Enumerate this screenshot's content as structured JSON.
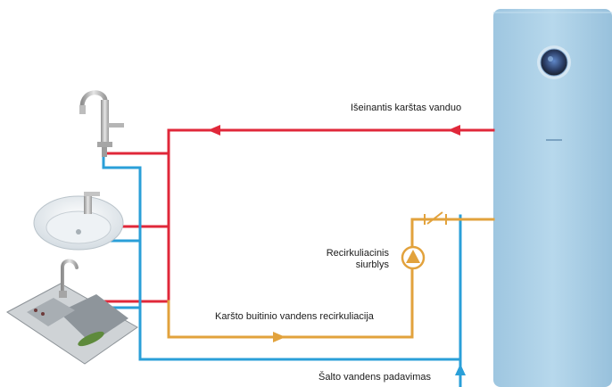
{
  "labels": {
    "hot_out": "Išeinantis karštas vanduo",
    "pump_line1": "Recirkuliacinis",
    "pump_line2": "siurblys",
    "recirculation": "Karšto buitinio vandens recirkuliacija",
    "cold_in": "Šalto vandens padavimas"
  },
  "colors": {
    "hot_pipe": "#e0283a",
    "cold_pipe": "#2a9fd8",
    "recirc_pipe": "#e2a23c",
    "unit_body": "#a8cde6",
    "background": "#ffffff"
  },
  "icons": [
    "faucet-icon",
    "washbasin-icon",
    "kitchen-sink-icon",
    "pump-icon",
    "check-valve-icon",
    "control-display-icon"
  ]
}
